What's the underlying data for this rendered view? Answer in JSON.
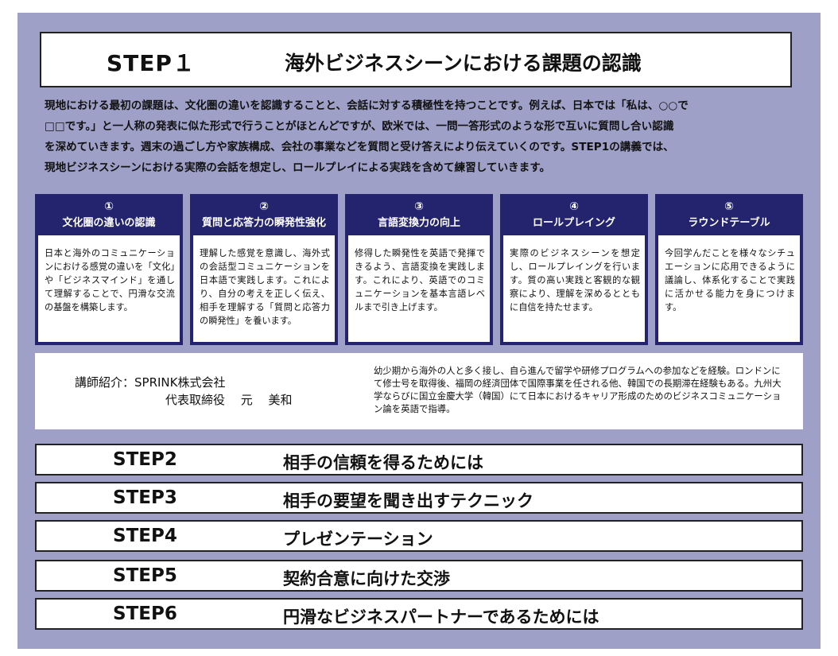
{
  "step1": {
    "label": "STEP１",
    "title": "海外ビジネスシーンにおける課題の認識",
    "intro": "現地における最初の課題は、文化圏の違いを認識することと、会話に対する積極性を持つことです。例えば、日本では「私は、○○で\n□□です。」と一人称の発表に似た形式で行うことがほとんどですが、欧米では、一問一答形式のような形で互いに質問し合い認識\nを深めていきます。週末の過ごし方や家族構成、会社の事業などを質問と受け答えにより伝えていくのです。STEP1の講義では、\n現地ビジネスシーンにおける実際の会話を想定し、ロールプレイによる実践を含めて練習していきます。",
    "cards": [
      {
        "num": "①",
        "title": "文化圏の違いの認識",
        "body": "日本と海外のコミュニケーションにおける感覚の違いを「文化」や「ビジネスマインド」を通して理解することで、円滑な交流の基盤を構築します。"
      },
      {
        "num": "②",
        "title": "質問と応答力の瞬発性強化",
        "body": "理解した感覚を意識し、海外式の会話型コミュニケーションを日本語で実践します。これにより、自分の考えを正しく伝え、相手を理解する「質問と応答力の瞬発性」を養います。"
      },
      {
        "num": "③",
        "title": "言語変換力の向上",
        "body": "修得した瞬発性を英語で発揮できるよう、言語変換を実践します。これにより、英語でのコミュニケーションを基本言語レベルまで引き上げます。"
      },
      {
        "num": "④",
        "title": "ロールプレイング",
        "body": "実際のビジネスシーンを想定し、ロールプレイングを行います。質の高い実践と客観的な観察により、理解を深めるとともに自信を持たせます。"
      },
      {
        "num": "⑤",
        "title": "ラウンドテーブル",
        "body": "今回学んだことを様々なシチュエーションに応用できるように議論し、体系化することで実践に活かせる能力を身につけます。"
      }
    ]
  },
  "instructor": {
    "label": "講師紹介：SPRINK株式会社",
    "name": "代表取締役　 元　 美和",
    "bio": "幼少期から海外の人と多く接し、自ら進んで留学や研修プログラムへの参加などを経験。ロンドンにて修士号を取得後、福岡の経済団体で国際事業を任される他、韓国での長期滞在経験もある。九州大学ならびに国立金慶大学（韓国）にて日本におけるキャリア形成のためのビジネスコミュニケーション論を英語で指導。"
  },
  "steps": [
    {
      "label": "STEP2",
      "title": "相手の信頼を得るためには"
    },
    {
      "label": "STEP3",
      "title": "相手の要望を聞き出すテクニック"
    },
    {
      "label": "STEP4",
      "title": "プレゼンテーション"
    },
    {
      "label": "STEP5",
      "title": "契約合意に向けた交渉"
    },
    {
      "label": "STEP6",
      "title": "円滑なビジネスパートナーであるためには"
    }
  ],
  "colors": {
    "panel": "#9fa0c8",
    "card_header": "#24246e"
  }
}
